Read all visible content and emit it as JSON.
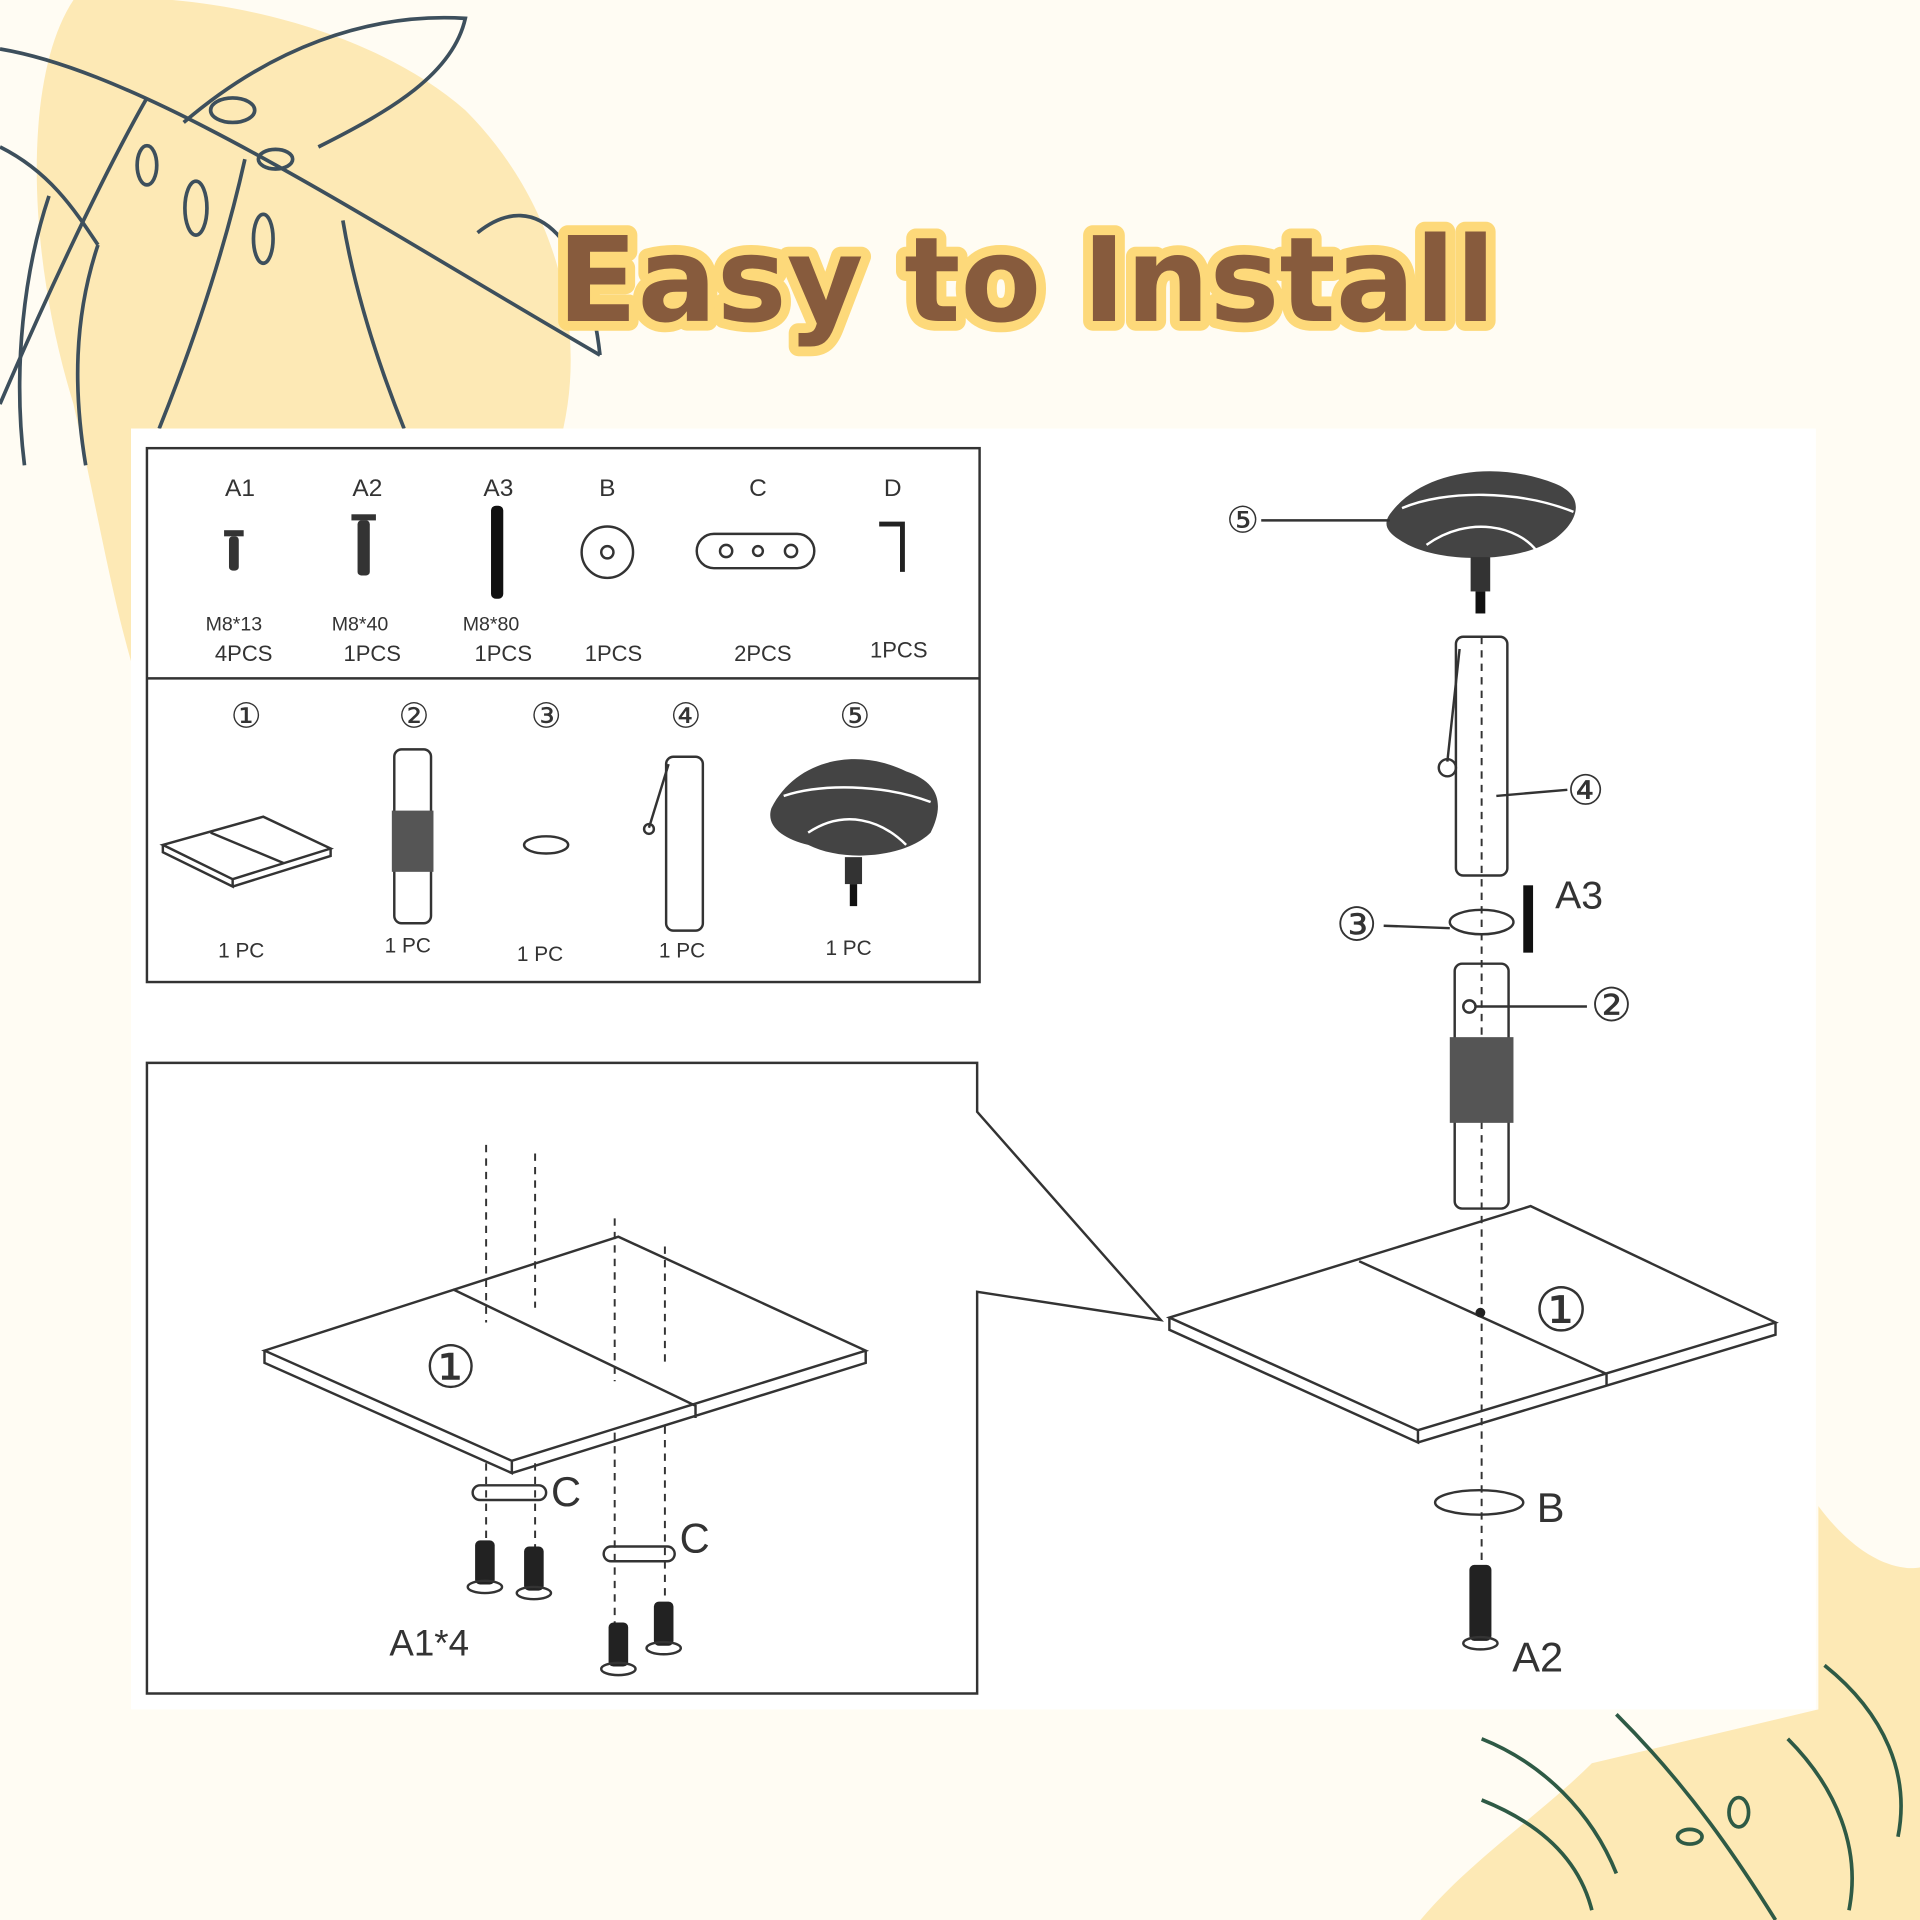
{
  "title": "Easy to Install",
  "colors": {
    "background": "#fffcf3",
    "title_fill": "#875b3d",
    "title_outline": "#fdd97a",
    "leaf_stroke": "#3d4f5c",
    "blob": "#fde9b5"
  },
  "hardware": [
    {
      "code": "A1",
      "size": "M8*13",
      "qty": "4PCS"
    },
    {
      "code": "A2",
      "size": "M8*40",
      "qty": "1PCS"
    },
    {
      "code": "A3",
      "size": "M8*80",
      "qty": "1PCS"
    },
    {
      "code": "B",
      "size": "",
      "qty": "1PCS"
    },
    {
      "code": "C",
      "size": "",
      "qty": "2PCS"
    },
    {
      "code": "D",
      "size": "",
      "qty": "1PCS"
    }
  ],
  "parts": [
    {
      "num": "①",
      "qty": "1 PC"
    },
    {
      "num": "②",
      "qty": "1 PC"
    },
    {
      "num": "③",
      "qty": "1 PC"
    },
    {
      "num": "④",
      "qty": "1 PC"
    },
    {
      "num": "⑤",
      "qty": "1 PC"
    }
  ],
  "step1": {
    "board": "①",
    "plate_label": "C",
    "screws_label": "A1*4"
  },
  "step2": {
    "top": "⑤",
    "pole_upper": "④",
    "washer": "③",
    "bolt": "A3",
    "pole_lower": "②",
    "base": "①",
    "base_washer": "B",
    "base_screw": "A2"
  }
}
